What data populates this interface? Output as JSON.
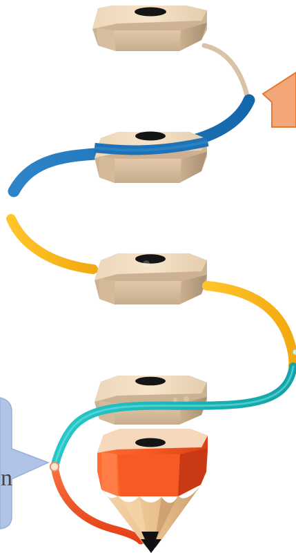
{
  "diagram": {
    "type": "pencil-infographic",
    "segments": [
      {
        "name": "top",
        "wave_color": "#D9C3A5"
      },
      {
        "name": "second",
        "wave_color": "#1E74B8"
      },
      {
        "name": "third",
        "wave_color": "#F2B21B"
      },
      {
        "name": "fourth",
        "wave_color": "#20B7B8"
      },
      {
        "name": "tip",
        "wave_color": "#F04A1A"
      }
    ],
    "colors": {
      "wood_top": "#F3DCC0",
      "wood_left": "#D9C0A1",
      "wood_front": "#E4CCAE",
      "wood_right": "#B9A181",
      "hole": "#141414",
      "callout_blue": "#AFC4E6",
      "callout_orange": "#F3A779",
      "pencil_orange": "#F25A24",
      "pencil_tip": "#111111"
    },
    "callouts": {
      "left_text": "n",
      "right_text": ""
    }
  }
}
